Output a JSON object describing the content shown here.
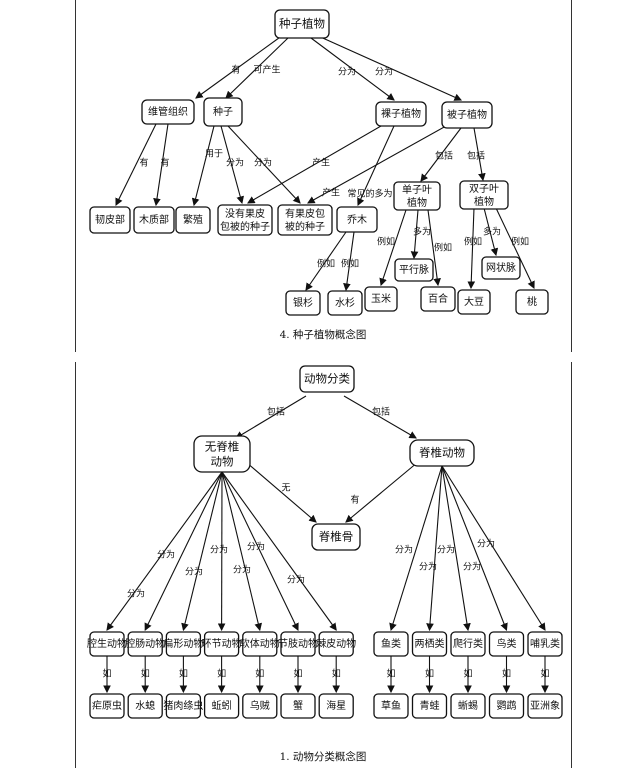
{
  "seed_map": {
    "caption": "4. 种子植物概念图",
    "nodes": {
      "root": "种子植物",
      "vascular": "维管组织",
      "seed": "种子",
      "gymno": "裸子植物",
      "angio": "被子植物",
      "phloem": "韧皮部",
      "xylem": "木质部",
      "reproduce": "繁殖",
      "no_pericarp": [
        "没有果皮",
        "包被的种子"
      ],
      "pericarp": [
        "有果皮包",
        "被的种子"
      ],
      "tree": "乔木",
      "monocot": [
        "单子叶",
        "植物"
      ],
      "dicot": [
        "双子叶",
        "植物"
      ],
      "parallel": "平行脉",
      "net": "网状脉",
      "ginkgo": "银杉",
      "sequoia": "水杉",
      "corn": "玉米",
      "lily": "百合",
      "soybean": "大豆",
      "peach": "桃"
    },
    "labels": {
      "have": "有",
      "can_produce": "可产生",
      "divide": "分为",
      "used_for": "用于",
      "produce": "产生",
      "common_more": "常见的多为",
      "include": "包括",
      "more": "多为",
      "example": "例如"
    }
  },
  "animal_map": {
    "caption": "1. 动物分类概念图",
    "nodes": {
      "root": "动物分类",
      "invert": [
        "无脊椎",
        "动物"
      ],
      "vert": "脊椎动物",
      "spine": "脊椎骨",
      "invert_groups": [
        "腔生动物",
        "腔肠动物",
        "扁形动物",
        "环节动物",
        "软体动物",
        "节肢动物",
        "棘皮动物"
      ],
      "vert_groups": [
        "鱼类",
        "两栖类",
        "爬行类",
        "鸟类",
        "哺乳类"
      ],
      "invert_examples": [
        "疟原虫",
        "水螅",
        "猪肉绦虫",
        "蚯蚓",
        "乌贼",
        "蟹",
        "海星"
      ],
      "vert_examples": [
        "草鱼",
        "青蛙",
        "蜥蜴",
        "鹦鹉",
        "亚洲象"
      ]
    },
    "labels": {
      "include": "包括",
      "divide": "分为",
      "without": "无",
      "with": "有",
      "such_as": "如"
    }
  }
}
